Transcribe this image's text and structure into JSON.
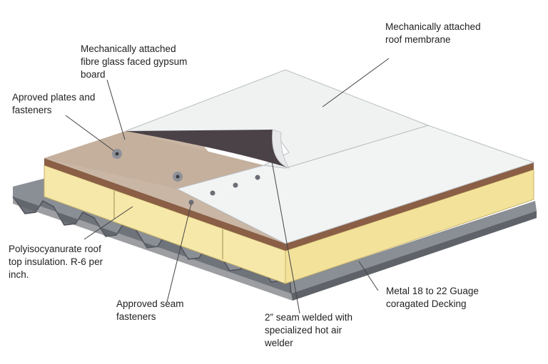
{
  "callouts": {
    "membrane": "Mechanically attached\nroof membrane",
    "gypsum_board": "Mechanically attached\nfibre glass faced gypsum\nboard",
    "plates_fasteners": "Aproved plates and\nfasteners",
    "insulation": "Polyisocyanurate roof\ntop insulation. R-6 per\ninch.",
    "seam_fasteners": "Approved seam\nfasteners",
    "seam_weld": "2” seam welded with\nspecialized hot air\nwelder",
    "decking": "Metal 18 to 22 Guage\ncoragated Decking"
  },
  "colors": {
    "membrane": "#f2f4f4",
    "membrane_underside": "#4a4247",
    "gypsum_board": "#c9b6a4",
    "brown_edge": "#8a5f46",
    "insulation": "#f6e8a8",
    "insulation_shadow": "#e9d58a",
    "deck": "#7b7f86",
    "deck_dark": "#55595f",
    "fastener": "#6b6e75",
    "leader": "#444444"
  }
}
